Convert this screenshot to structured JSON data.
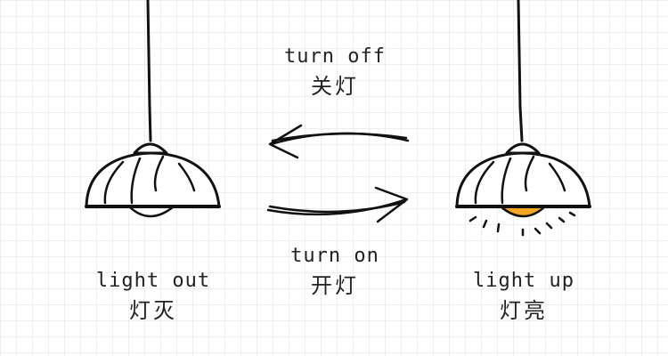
{
  "lamp_left": {
    "label_en": "light out",
    "label_zh": "灯灭",
    "bulb_color": "#ffffff",
    "lit": false
  },
  "lamp_right": {
    "label_en": "light up",
    "label_zh": "灯亮",
    "bulb_color": "#f5a623",
    "lit": true
  },
  "arrow_top": {
    "label_en": "turn off",
    "label_zh": "关灯",
    "direction": "left"
  },
  "arrow_bottom": {
    "label_en": "turn on",
    "label_zh": "开灯",
    "direction": "right"
  },
  "colors": {
    "ink": "#111111",
    "grid": "#eeeeee",
    "glow": "#f5a623"
  }
}
